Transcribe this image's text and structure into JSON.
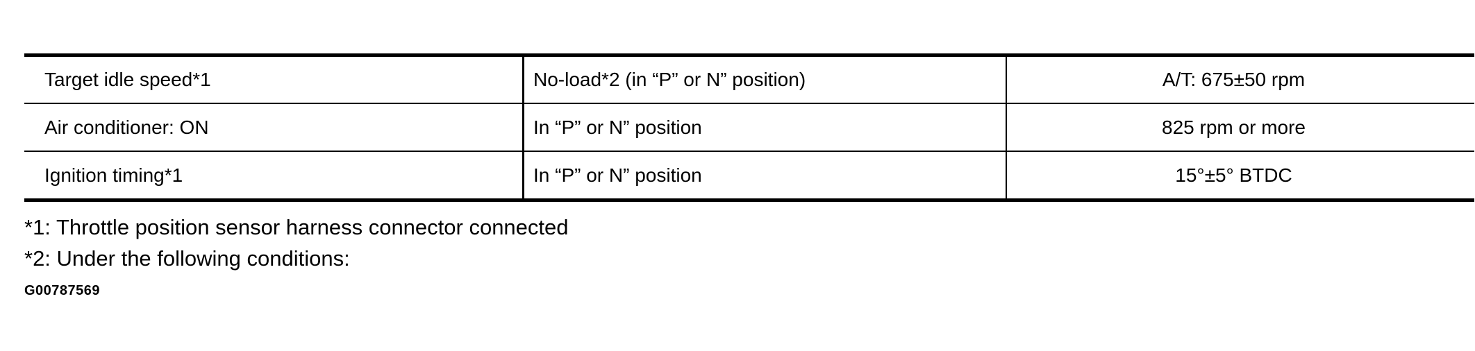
{
  "table": {
    "rows": [
      {
        "item": "Target idle speed*1",
        "condition": "No-load*2 (in “P” or N” position)",
        "value": "A/T: 675±50 rpm"
      },
      {
        "item": "Air conditioner: ON",
        "condition": "In “P” or N” position",
        "value": "825 rpm or more"
      },
      {
        "item": "Ignition timing*1",
        "condition": "In “P” or N” position",
        "value": "15°±5° BTDC"
      }
    ]
  },
  "notes": {
    "note1": "*1: Throttle position sensor harness connector connected",
    "note2": "*2: Under the following conditions:"
  },
  "figure_id": "G00787569"
}
